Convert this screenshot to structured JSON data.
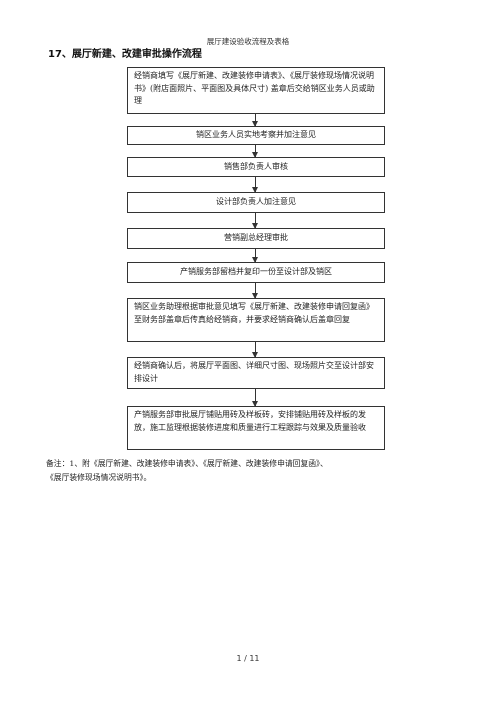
{
  "page_header": "展厅建设验收流程及表格",
  "section_title": "17、展厅新建、改建审批操作流程",
  "flow_steps": [
    "经销商填写《展厅新建、改建装修申请表》、《展厅装修现场情况说明书》(附店面照片、平面图及具体尺寸) 盖章后交给销区业务人员或助理",
    "销区业务人员实地考察并加注意见",
    "销售部负责人审核",
    "设计部负责人加注意见",
    "营销副总经理审批",
    "产销服务部留档并复印一份至设计部及销区",
    "销区业务助理根据审批意见填写《展厅新建、改建装修申请回复函》至财务部盖章后传真给经销商，并要求经销商确认后盖章回复",
    "经销商确认后，将展厅平面图、详细尺寸图、现场照片交至设计部安排设计",
    "产销服务部审批展厅铺贴用砖及样板砖，安排铺贴用砖及样板的发放，施工监理根据装修进度和质量进行工程跟踪与效果及质量验收"
  ],
  "note_line1": "备注：1、附《展厅新建、改建装修申请表》、《展厅新建、改建装修申请回复函》、",
  "note_line2": "《展厅装修现场情况说明书》。",
  "page_number": "1 / 11"
}
